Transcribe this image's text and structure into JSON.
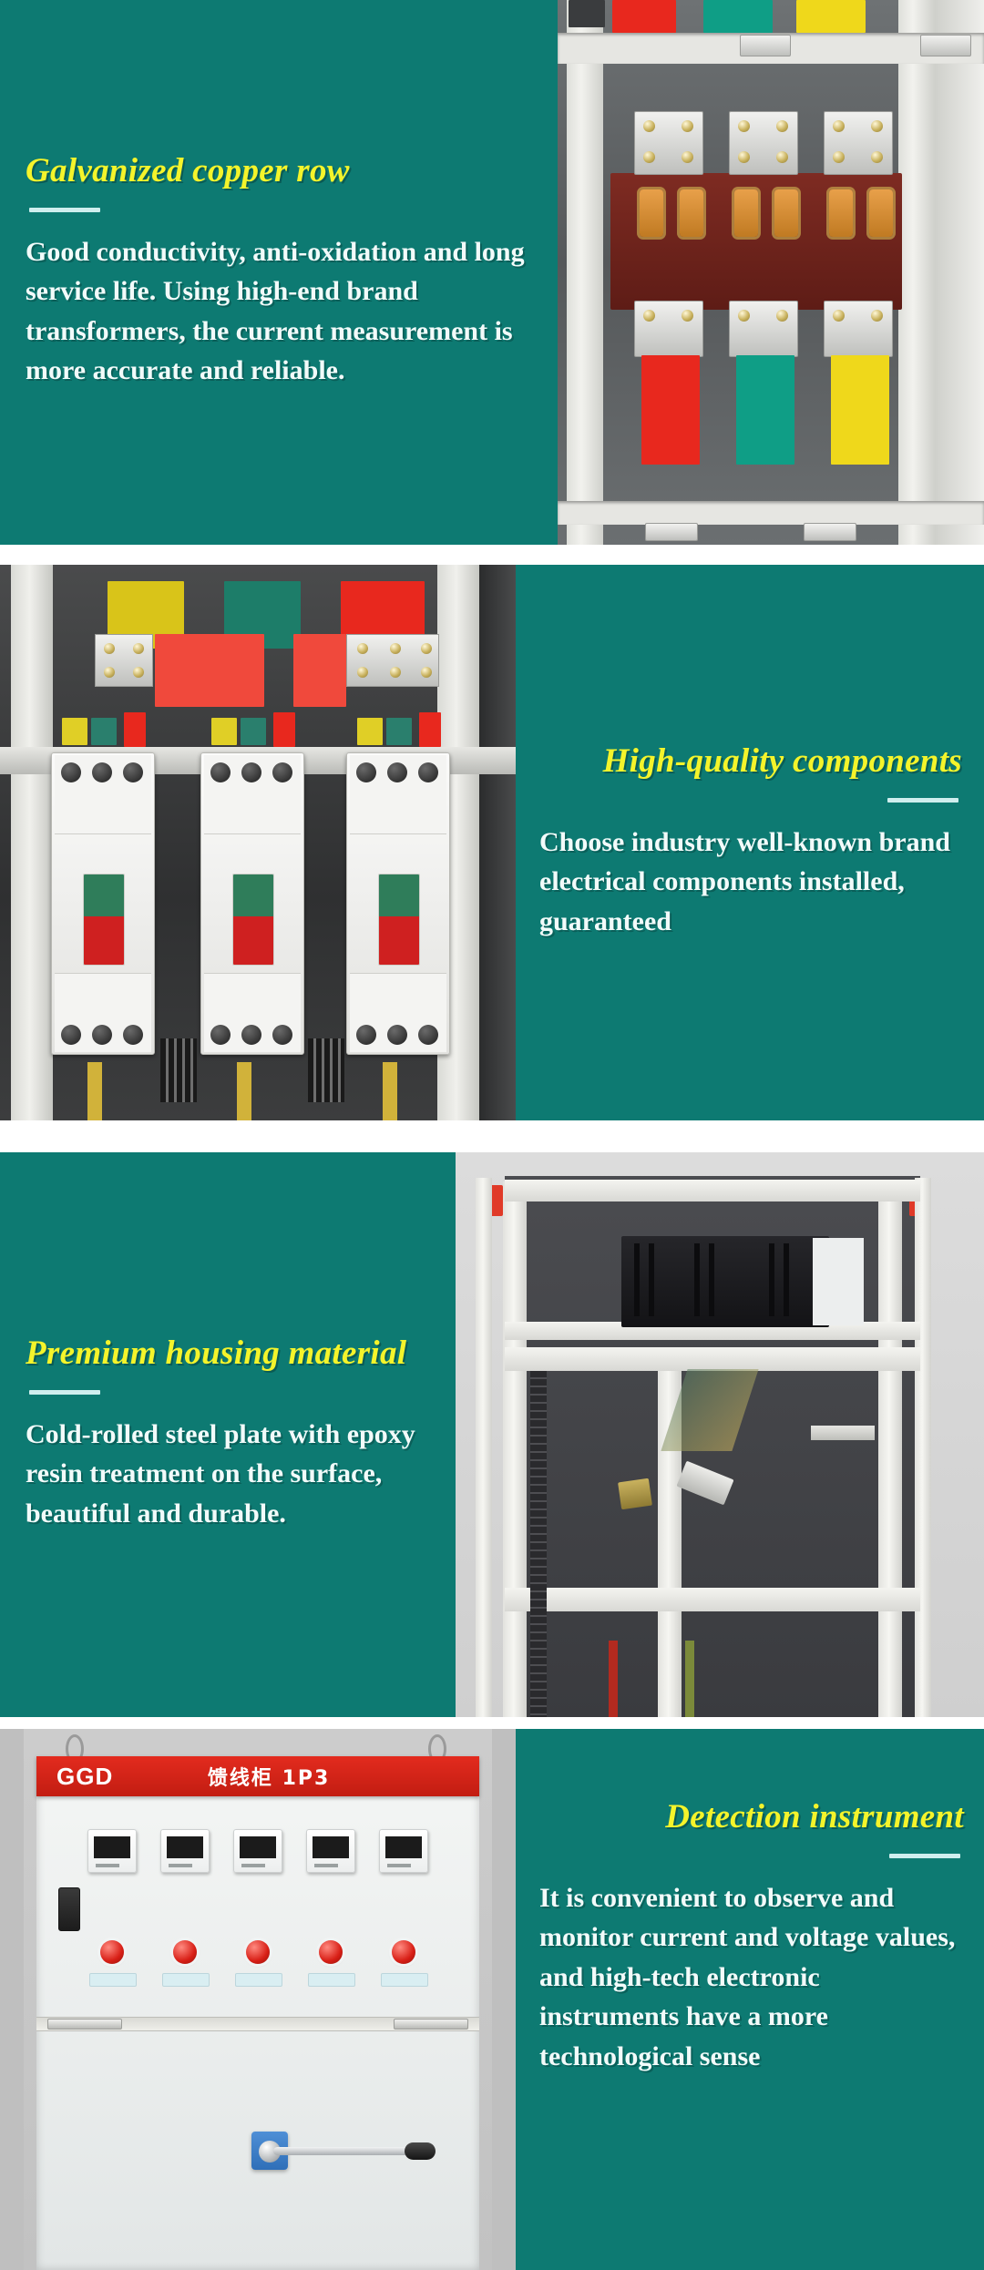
{
  "meta": {
    "page_kind": "product-feature-collage",
    "background_color": "#ffffff",
    "panel_color": "#0d7a72",
    "title_color": "#f4f42b",
    "body_color": "#f2fbfa",
    "rule_color": "#cfeeee"
  },
  "features": [
    {
      "id": "galvanized-copper-row",
      "title": "Galvanized copper row",
      "body": "Good conductivity, anti-oxidation and long service life. Using high-end brand transformers, the current measurement is more accurate and reliable.",
      "text_side": "left",
      "photo_caption": "Galvanized copper busbars with current transformers mounted on a brown insulating backplate"
    },
    {
      "id": "high-quality-components",
      "title": "High-quality components",
      "body": "Choose industry well-known brand electrical components installed, guaranteed",
      "text_side": "right",
      "photo_caption": "Three moulded-case circuit breakers with green/red ON-OFF indicator windows"
    },
    {
      "id": "premium-housing-material",
      "title": "Premium housing material",
      "body": "Cold-rolled steel plate with epoxy resin treatment on the surface, beautiful and durable.",
      "text_side": "left",
      "photo_caption": "Cold-rolled steel cabinet frame with perforated mounting rails and red corner caps"
    },
    {
      "id": "detection-instrument",
      "title": "Detection instrument",
      "body": "It is convenient to observe and monitor current and voltage values, and high-tech electronic instruments have a more technological sense",
      "text_side": "right",
      "photo_caption": "GGD feeder cabinet front door with five digital meters, five red indicator lamps and a blue rotary door handle"
    }
  ],
  "cabinet_label": {
    "brand": "GGD",
    "designation": "馈线柜 1P3"
  },
  "photo_colors": {
    "phase_red": "#e8281e",
    "phase_green": "#0f9e86",
    "phase_yellow": "#efd81b",
    "copper_plate": "#7e2b22",
    "breaker_green": "#2f7d5a",
    "breaker_red": "#cf2020",
    "red_cap": "#e03a28",
    "handle_blue": "#3a7cc4",
    "strip_red": "#e32b1e"
  }
}
